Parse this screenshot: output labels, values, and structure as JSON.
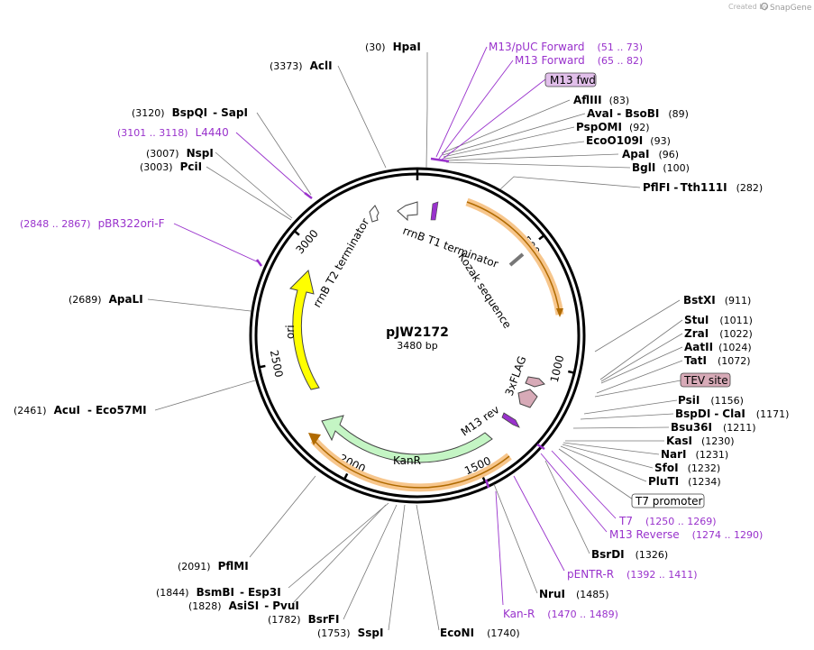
{
  "header": {
    "credit_prefix": "Created by",
    "credit_brand": "SnapGene"
  },
  "plasmid": {
    "name": "pJW2172",
    "length_label": "3480 bp",
    "length": 3480,
    "ticks": [
      {
        "pos": 500,
        "label": "500"
      },
      {
        "pos": 1000,
        "label": "1000"
      },
      {
        "pos": 1500,
        "label": "1500"
      },
      {
        "pos": 2000,
        "label": "2000"
      },
      {
        "pos": 2500,
        "label": "2500"
      },
      {
        "pos": 3000,
        "label": "3000"
      }
    ]
  },
  "enzymes": {
    "right": [
      {
        "name": "AflIII",
        "pos": "(83)"
      },
      {
        "name": "AvaI",
        "extra": "BsoBI",
        "pos": "(89)"
      },
      {
        "name": "PspOMI",
        "pos": "(92)"
      },
      {
        "name": "EcoO109I",
        "pos": "(93)"
      },
      {
        "name": "ApaI",
        "pos": "(96)"
      },
      {
        "name": "BglI",
        "pos": "(100)"
      },
      {
        "name": "PflFI",
        "extra": "Tth111I",
        "pos": "(282)"
      },
      {
        "name": "BstXI",
        "pos": "(911)"
      },
      {
        "name": "StuI",
        "pos": "(1011)"
      },
      {
        "name": "ZraI",
        "pos": "(1022)"
      },
      {
        "name": "AatII",
        "pos": "(1024)"
      },
      {
        "name": "TatI",
        "pos": "(1072)"
      },
      {
        "name": "PsiI",
        "pos": "(1156)"
      },
      {
        "name": "BspDI",
        "extra": "ClaI",
        "pos": "(1171)"
      },
      {
        "name": "Bsu36I",
        "pos": "(1211)"
      },
      {
        "name": "KasI",
        "pos": "(1230)"
      },
      {
        "name": "NarI",
        "pos": "(1231)"
      },
      {
        "name": "SfoI",
        "pos": "(1232)"
      },
      {
        "name": "PluTI",
        "pos": "(1234)"
      },
      {
        "name": "BsrDI",
        "pos": "(1326)"
      },
      {
        "name": "NruI",
        "pos": "(1485)"
      },
      {
        "name": "EcoNI",
        "pos": "(1740)"
      }
    ],
    "left": [
      {
        "name": "HpaI",
        "pos": "(30)"
      },
      {
        "name": "AclI",
        "pos": "(3373)"
      },
      {
        "name": "BspQI",
        "extra": "SapI",
        "pos": "(3120)"
      },
      {
        "name": "NspI",
        "pos": "(3007)"
      },
      {
        "name": "PciI",
        "pos": "(3003)"
      },
      {
        "name": "ApaLI",
        "pos": "(2689)"
      },
      {
        "name": "AcuI",
        "extra": "Eco57MI",
        "pos": "(2461)"
      },
      {
        "name": "PflMI",
        "pos": "(2091)"
      },
      {
        "name": "BsmBI",
        "extra": "Esp3I",
        "pos": "(1844)"
      },
      {
        "name": "AsiSI",
        "extra": "PvuI",
        "pos": "(1828)"
      },
      {
        "name": "BsrFI",
        "pos": "(1782)"
      },
      {
        "name": "SspI",
        "pos": "(1753)"
      }
    ]
  },
  "primers": [
    {
      "name": "M13/pUC Forward",
      "range": "(51 .. 73)"
    },
    {
      "name": "M13 Forward",
      "range": "(65 .. 82)"
    },
    {
      "name": "L4440",
      "range": "(3101 .. 3118)"
    },
    {
      "name": "pBR322ori-F",
      "range": "(2848 .. 2867)"
    },
    {
      "name": "T7",
      "range": "(1250 .. 1269)"
    },
    {
      "name": "M13 Reverse",
      "range": "(1274 .. 1290)"
    },
    {
      "name": "pENTR-R",
      "range": "(1392 .. 1411)"
    },
    {
      "name": "Kan-R",
      "range": "(1470 .. 1489)"
    }
  ],
  "boxed_features": [
    {
      "name": "M13 fwd",
      "fill": "#e1bfea"
    },
    {
      "name": "TEV site",
      "fill": "#d7aab7"
    },
    {
      "name": "T7 promoter",
      "fill": "#ffffff"
    }
  ],
  "features": [
    {
      "name": "rrnB T1 terminator"
    },
    {
      "name": "Kozak sequence"
    },
    {
      "name": "3xFLAG"
    },
    {
      "name": "M13 rev"
    },
    {
      "name": "KanR",
      "color": "#c4f5c4"
    },
    {
      "name": "ori",
      "color": "#ffff00"
    },
    {
      "name": "rrnB T2 terminator"
    }
  ],
  "colors": {
    "primer": "#9932cc",
    "orf_outline": "#f5a04a",
    "orf_arrow": "#b06a00",
    "backbone": "#000000",
    "leader": "#777777"
  }
}
